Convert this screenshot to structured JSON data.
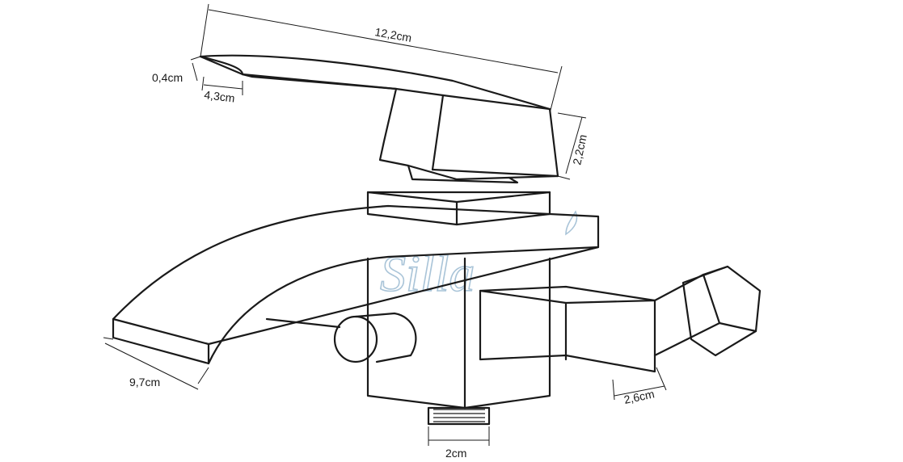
{
  "brand": {
    "watermark": "Silla",
    "accent": "#a9c4d8"
  },
  "dimensions": {
    "handle_length": "12,2cm",
    "handle_tip_thickness": "0,4cm",
    "handle_tip_length": "4,3cm",
    "handle_height": "2,2cm",
    "spout_width": "9,7cm",
    "connector_length": "2,6cm",
    "thread_width": "2cm"
  }
}
